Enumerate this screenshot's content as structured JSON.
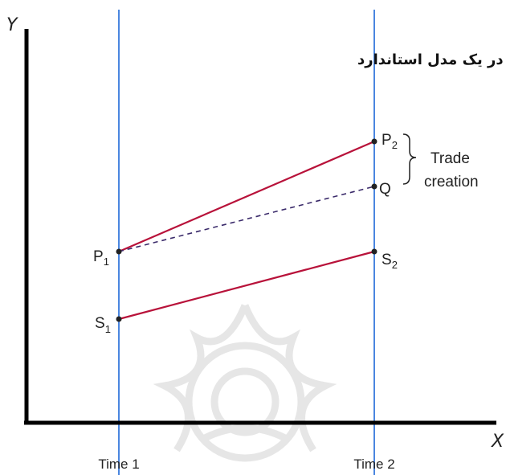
{
  "title": "اثر سیاست در یک مدل استاندارد",
  "axes": {
    "y_label": "Y",
    "x_label": "X"
  },
  "time_labels": [
    "Time 1",
    "Time 2"
  ],
  "points": {
    "p1": {
      "label": "P",
      "sub": "1"
    },
    "p2": {
      "label": "P",
      "sub": "2"
    },
    "s1": {
      "label": "S",
      "sub": "1"
    },
    "s2": {
      "label": "S",
      "sub": "2"
    },
    "q": {
      "label": "Q"
    }
  },
  "annotation": {
    "line1": "Trade",
    "line2": "creation"
  },
  "colors": {
    "time_line": "#4a86e0",
    "solid_line": "#b8123a",
    "dashed_line": "#3a2a6a",
    "axis": "#000000",
    "watermark": "#e6e6e6"
  }
}
